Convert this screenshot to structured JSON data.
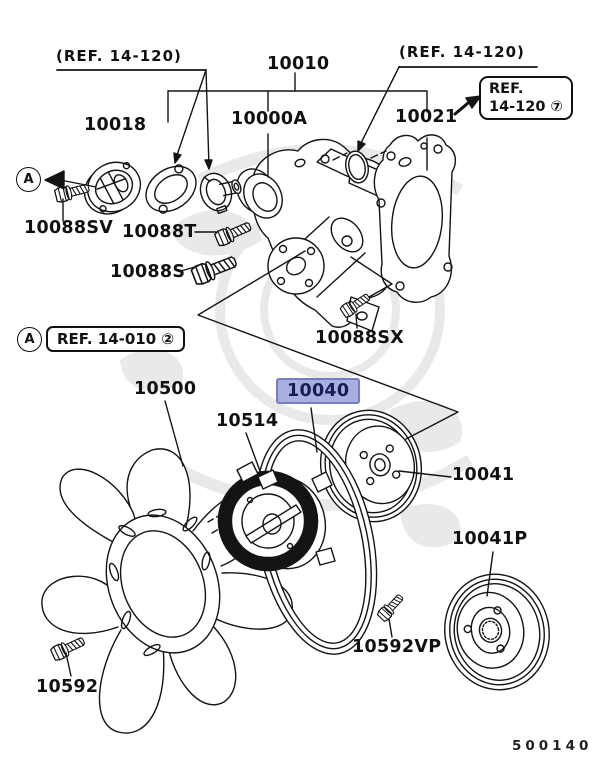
{
  "diagram": {
    "selected_part": "10040",
    "footer_code": "500140",
    "marker_a": "A",
    "ref_top_left": "(REF. 14-120)",
    "ref_top_right": "(REF. 14-120)",
    "ref_box_top_right": {
      "line1": "REF.",
      "line2": "14-120 ⑦"
    },
    "ref_box_left": "REF. 14-010 ②",
    "highlight_colors": {
      "fill": "#a9aee0",
      "border": "#777dc4",
      "text": "#161c55"
    },
    "labels": {
      "p10010": "10010",
      "p10000A": "10000A",
      "p10018": "10018",
      "p10021": "10021",
      "p10088SV": "10088SV",
      "p10088T": "10088T",
      "p10088S": "10088S",
      "p10088SX": "10088SX",
      "p10500": "10500",
      "p10514": "10514",
      "p10040": "10040",
      "p10041": "10041",
      "p10041P": "10041P",
      "p10592VP": "10592VP",
      "p10592": "10592"
    }
  }
}
